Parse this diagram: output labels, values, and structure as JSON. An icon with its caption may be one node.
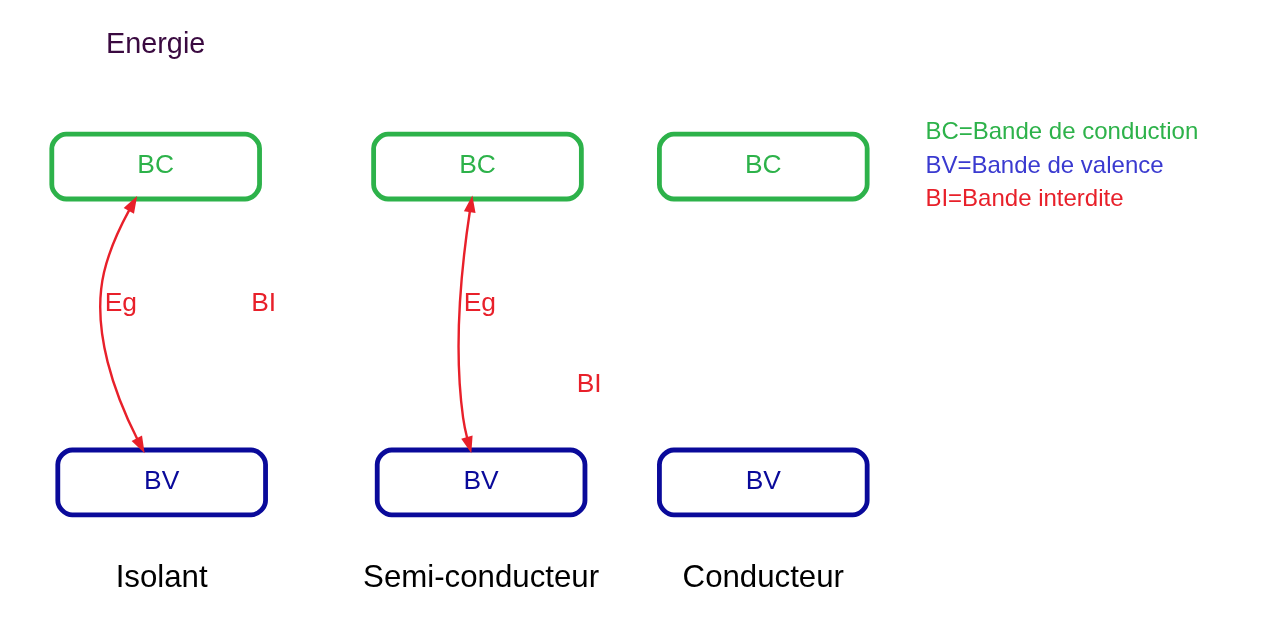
{
  "diagram": {
    "nodes": [
      {
        "text": [
          "BC"
        ]
      },
      {
        "text": [
          "BV"
        ]
      },
      {
        "text": [
          "BC"
        ]
      },
      {
        "text": [
          "BV"
        ]
      },
      {
        "text": [
          "BC"
        ]
      },
      {
        "text": [
          "BV"
        ]
      }
    ],
    "edges": [
      {
        "from": 0,
        "to": 1,
        "arrow": "both",
        "label": "Eg"
      },
      {
        "from": 2,
        "to": 3,
        "arrow": "both",
        "label": "Eg"
      }
    ],
    "labels": [
      "Energie",
      "BI",
      "BI",
      "Isolant",
      "Semi-conducteur",
      "Conducteur"
    ],
    "legend": [
      {
        "text": "BC=Bande de conduction",
        "color": "#2db24a"
      },
      {
        "text": "BV=Bande de valence",
        "color": "#3a3ad0"
      },
      {
        "text": "BI=Bande interdite",
        "color": "#e8202a"
      }
    ]
  }
}
